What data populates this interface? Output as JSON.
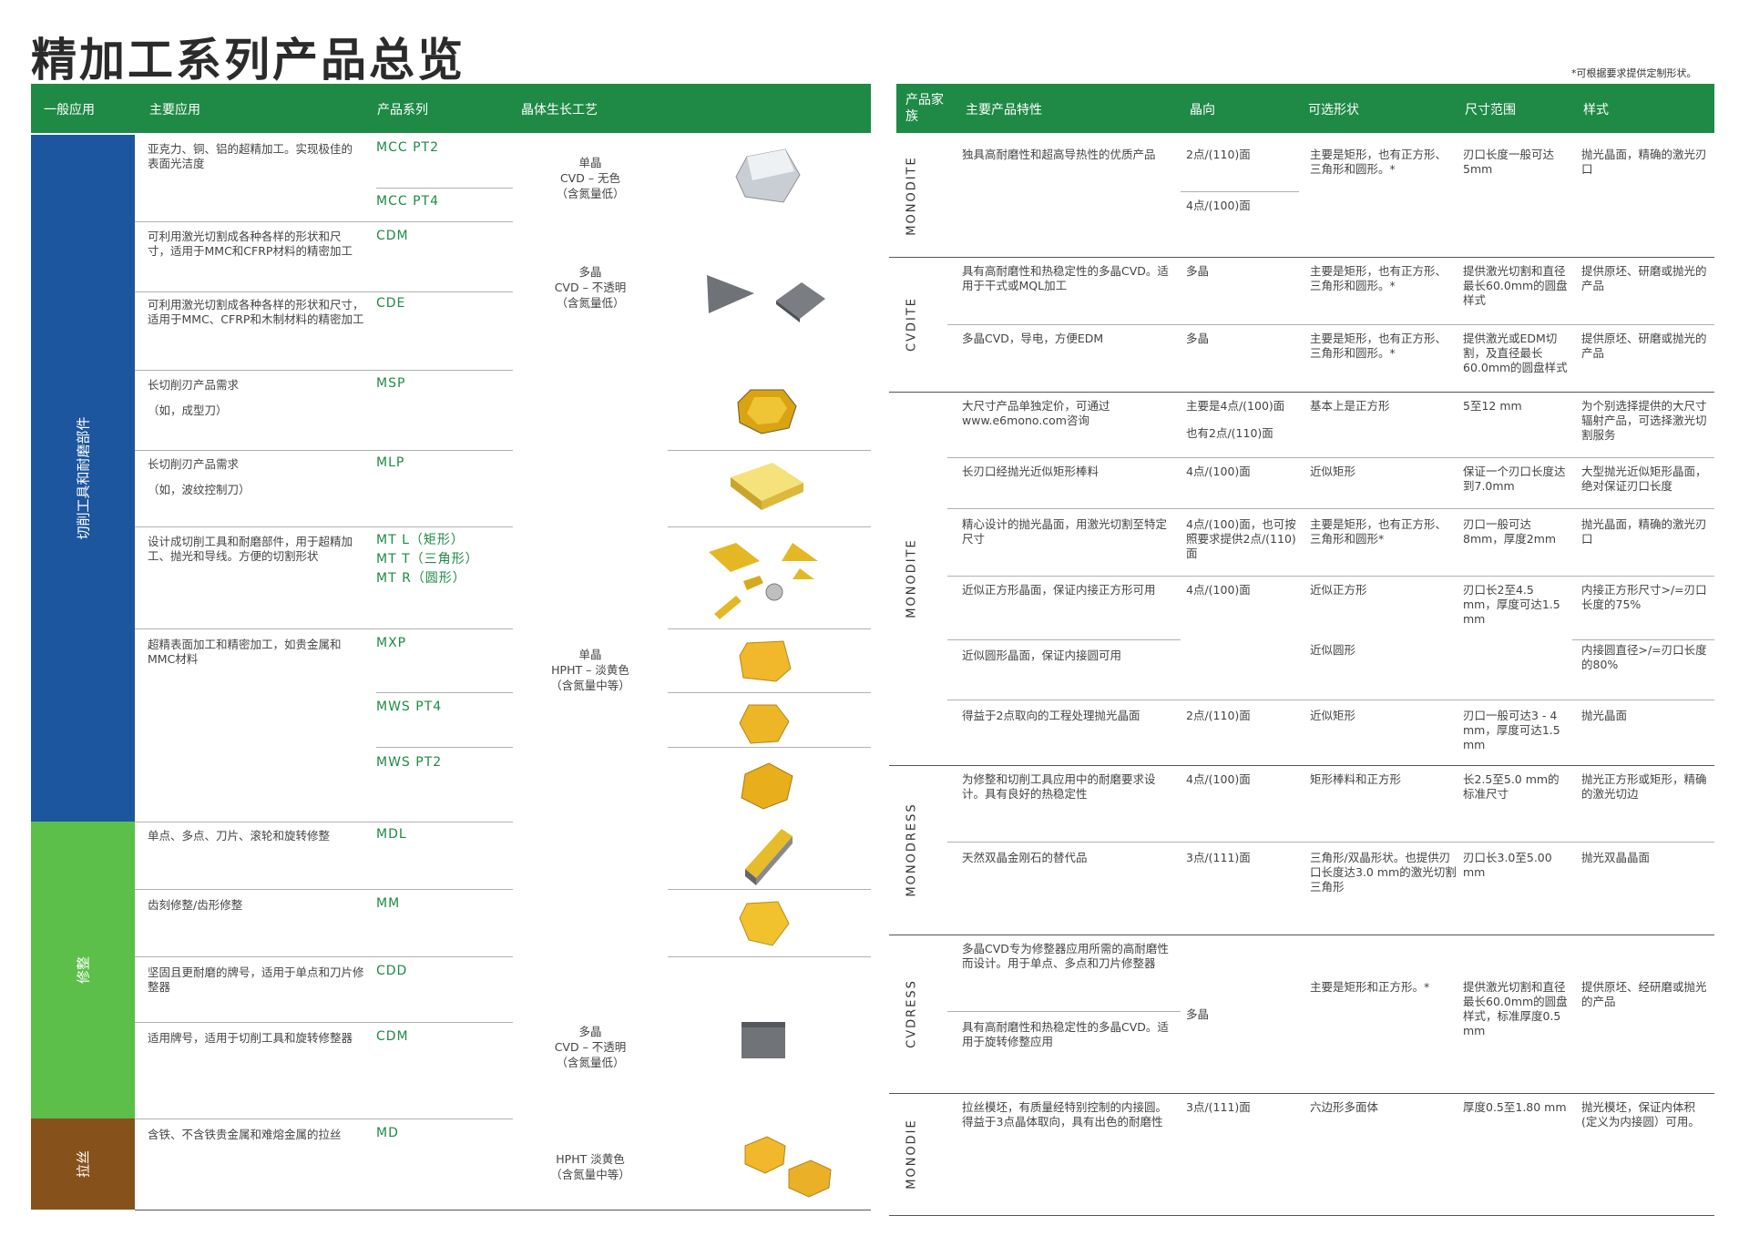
{
  "title": "精加工系列产品总览",
  "note": "*可根据要求提供定制形状。",
  "left_header": {
    "c1": "一般应用",
    "c2": "主要应用",
    "c3": "产品系列",
    "c4": "晶体生长工艺"
  },
  "right_header": {
    "c1": "产品家族",
    "c2": "主要产品特性",
    "c3": "晶向",
    "c4": "可选形状",
    "c5": "尺寸范围",
    "c6": "样式"
  },
  "categories": {
    "cutting": "切削工具和耐磨部件",
    "dressing": "修整",
    "drawing": "拉丝"
  },
  "colors": {
    "header_green": "#1e8a46",
    "cutting_blue": "#1c569e",
    "dressing_green": "#5cbf4a",
    "drawing_brown": "#87511c"
  },
  "left_rows": [
    {
      "app": "亚克力、铜、铝的超精加工。实现极佳的表面光洁度",
      "codes": [
        "MCC PT2"
      ]
    },
    {
      "app": "",
      "codes": [
        "MCC PT4"
      ]
    },
    {
      "app": "可利用激光切割成各种各样的形状和尺寸，适用于MMC和CFRP材料的精密加工",
      "codes": [
        "CDM"
      ]
    },
    {
      "app": "可利用激光切割成各种各样的形状和尺寸，适用于MMC、CFRP和木制材料的精密加工",
      "codes": [
        "CDE"
      ]
    },
    {
      "app": "长切削刃产品需求",
      "app2": "（如，成型刀）",
      "codes": [
        "MSP"
      ]
    },
    {
      "app": "长切削刃产品需求",
      "app2": "（如，波纹控制刀）",
      "codes": [
        "MLP"
      ]
    },
    {
      "app": "设计成切削工具和耐磨部件，用于超精加工、抛光和导线。方便的切割形状",
      "codes": [
        "MT L（矩形）",
        "MT T（三角形）",
        "MT R（圆形）"
      ]
    },
    {
      "app": "超精表面加工和精密加工，如贵金属和MMC材料",
      "codes": [
        "MXP"
      ]
    },
    {
      "app": "",
      "codes": [
        "MWS PT4"
      ]
    },
    {
      "app": "",
      "codes": [
        "MWS PT2"
      ]
    },
    {
      "app": "单点、多点、刀片、滚轮和旋转修整",
      "codes": [
        "MDL"
      ]
    },
    {
      "app": "齿刻修整/齿形修整",
      "codes": [
        "MM"
      ]
    },
    {
      "app": "坚固且更耐磨的牌号，适用于单点和刀片修整器",
      "codes": [
        "CDD"
      ]
    },
    {
      "app": "适用牌号，适用于切削工具和旋转修整器",
      "codes": [
        "CDM"
      ]
    },
    {
      "app": "含铁、不含铁贵金属和难熔金属的拉丝",
      "codes": [
        "MD"
      ]
    }
  ],
  "processes": [
    {
      "lines": [
        "单晶",
        "CVD – 无色",
        "（含氮量低）"
      ]
    },
    {
      "lines": [
        "多晶",
        "CVD – 不透明",
        "（含氮量低）"
      ]
    },
    {
      "lines": [
        "单晶",
        "HPHT – 淡黄色",
        "（含氮量中等）"
      ]
    },
    {
      "lines": [
        "多晶",
        "CVD – 不透明",
        "（含氮量低）"
      ]
    },
    {
      "lines": [
        "HPHT 淡黄色",
        "（含氮量中等）"
      ]
    }
  ],
  "families": {
    "f1": "MONODITE",
    "f2": "CVDITE",
    "f3": "MONODITE",
    "f4": "MONODRESS",
    "f5": "CVDRESS",
    "f6": "MONODIE"
  },
  "right_rows": [
    {
      "feature": "独具高耐磨性和超高导热性的优质产品",
      "orient": "2点/(110)面",
      "orient2": "4点/(100)面",
      "shape": "主要是矩形，也有正方形、三角形和圆形。*",
      "size": "刃口长度一般可达5mm",
      "style": "抛光晶面，精确的激光刃口"
    },
    {
      "feature": "具有高耐磨性和热稳定性的多晶CVD。适用于干式或MQL加工",
      "orient": "多晶",
      "shape": "主要是矩形，也有正方形、三角形和圆形。*",
      "size": "提供激光切割和直径最长60.0mm的圆盘样式",
      "style": "提供原坯、研磨或抛光的产品"
    },
    {
      "feature": "多晶CVD，导电，方便EDM",
      "orient": "多晶",
      "shape": "主要是矩形，也有正方形、三角形和圆形。*",
      "size": "提供激光或EDM切割，及直径最长60.0mm的圆盘样式",
      "style": "提供原坯、研磨或抛光的产品"
    },
    {
      "feature": "大尺寸产品单独定价，可通过www.e6mono.com咨询",
      "orient": "主要是4点/(100)面",
      "orient2": "也有2点/(110)面",
      "shape": "基本上是正方形",
      "size": "5至12 mm",
      "style": "为个别选择提供的大尺寸辐射产品，可选择激光切割服务"
    },
    {
      "feature": "长刃口经抛光近似矩形棒料",
      "orient": "4点/(100)面",
      "shape": "近似矩形",
      "size": "保证一个刃口长度达到7.0mm",
      "style": "大型抛光近似矩形晶面，绝对保证刃口长度"
    },
    {
      "feature": "精心设计的抛光晶面，用激光切割至特定尺寸",
      "orient": "4点/(100)面，也可按照要求提供2点/(110)面",
      "shape": "主要是矩形，也有正方形、三角形和圆形*",
      "size": "刃口一般可达8mm，厚度2mm",
      "style": "抛光晶面，精确的激光刃口"
    },
    {
      "feature": "近似正方形晶面，保证内接正方形可用",
      "orient": "4点/(100)面",
      "shape": "近似正方形",
      "size": "刃口长2至4.5 mm，厚度可达1.5 mm",
      "style": "内接正方形尺寸>/=刃口长度的75%"
    },
    {
      "feature": "近似圆形晶面，保证内接圆可用",
      "orient": "",
      "shape": "近似圆形",
      "size": "",
      "style": "内接圆直径>/=刃口长度的80%"
    },
    {
      "feature": "得益于2点取向的工程处理抛光晶面",
      "orient": "2点/(110)面",
      "shape": "近似矩形",
      "size": "刃口一般可达3 - 4 mm，厚度可达1.5 mm",
      "style": "抛光晶面"
    },
    {
      "feature": "为修整和切削工具应用中的耐磨要求设计。具有良好的热稳定性",
      "orient": "4点/(100)面",
      "shape": "矩形棒料和正方形",
      "size": "长2.5至5.0 mm的标准尺寸",
      "style": "抛光正方形或矩形，精确的激光切边"
    },
    {
      "feature": "天然双晶金刚石的替代品",
      "orient": "3点/(111)面",
      "shape": "三角形/双晶形状。也提供刃口长度达3.0 mm的激光切割三角形",
      "size": "刃口长3.0至5.00 mm",
      "style": "抛光双晶晶面"
    },
    {
      "feature": "多晶CVD专为修整器应用所需的高耐磨性而设计。用于单点、多点和刀片修整器",
      "feature2": "具有高耐磨性和热稳定性的多晶CVD。适用于旋转修整应用",
      "orient": "多晶",
      "shape": "主要是矩形和正方形。*",
      "size": "提供激光切割和直径最长60.0mm的圆盘样式，标准厚度0.5 mm",
      "style": "提供原坯、经研磨或抛光的产品"
    },
    {
      "feature": "拉丝模坯，有质量经特别控制的内接圆。得益于3点晶体取向，具有出色的耐磨性",
      "orient": "3点/(111)面",
      "shape": "六边形多面体",
      "size": "厚度0.5至1.80 mm",
      "style": "抛光模坯，保证内体积(定义为内接圆）可用。"
    }
  ]
}
